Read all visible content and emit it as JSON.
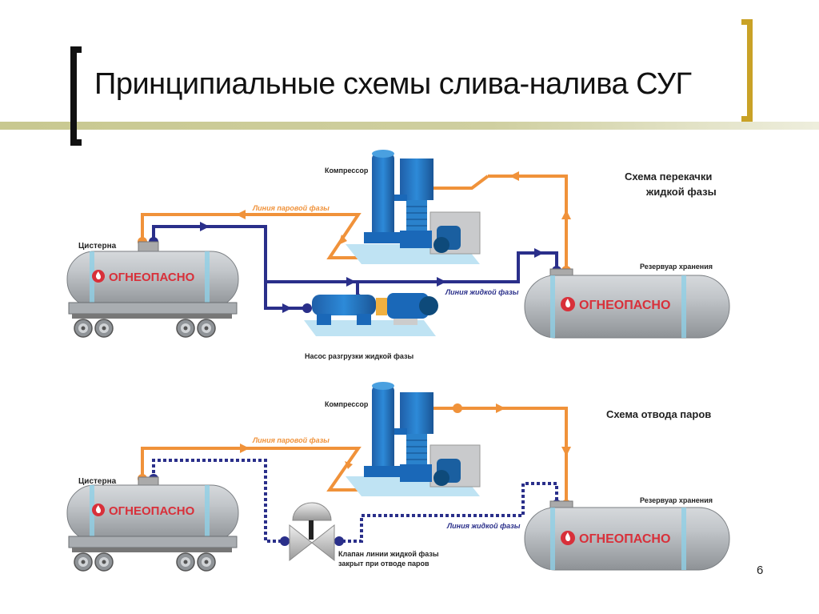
{
  "page": {
    "title": "Принципиальные схемы слива-налива СУГ",
    "page_number": "6"
  },
  "colors": {
    "vapor_line": "#f0923a",
    "liquid_line": "#2a2f8a",
    "equipment_blue": "#1f78c8",
    "tank_gray": "#b8bcc0",
    "hazard_red": "#d8303a",
    "title_bracket_gold": "#c9a227",
    "title_underline": "#c8c890"
  },
  "scheme_top": {
    "title_line1": "Схема перекачки",
    "title_line2": "жидкой фазы",
    "compressor_label": "Компрессор",
    "vapor_line_label": "Линия паровой фазы",
    "liquid_line_label": "Линия жидкой фазы",
    "pump_label": "Насос разгрузки жидкой фазы",
    "railcar_label": "Цистерна",
    "storage_label": "Резервуар хранения",
    "hazard_text_railcar": "ОГНЕОПАСНО",
    "hazard_text_storage": "ОГНЕОПАСНО"
  },
  "scheme_bottom": {
    "title": "Схема отвода паров",
    "compressor_label": "Компрессор",
    "vapor_line_label": "Линия паровой фазы",
    "liquid_line_label": "Линия жидкой фазы",
    "valve_label_line1": "Клапан линии жидкой фазы",
    "valve_label_line2": "закрыт при отводе паров",
    "railcar_label": "Цистерна",
    "storage_label": "Резервуар хранения",
    "hazard_text_railcar": "ОГНЕОПАСНО",
    "hazard_text_storage": "ОГНЕОПАСНО"
  }
}
